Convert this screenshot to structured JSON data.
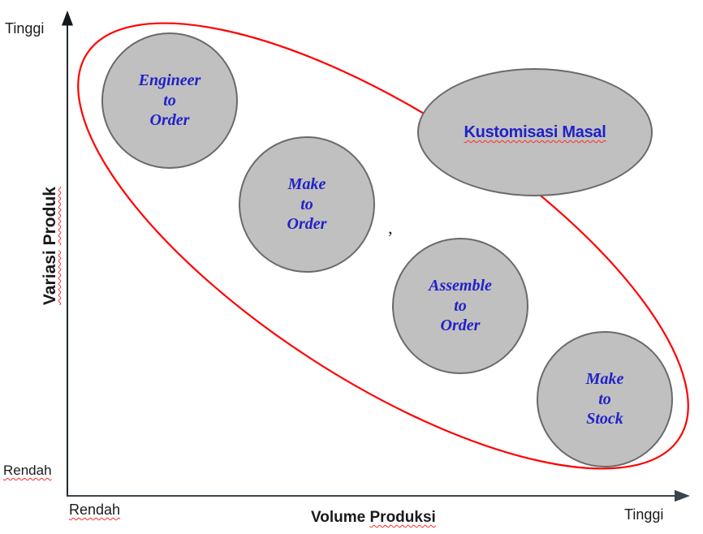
{
  "diagram": {
    "y_axis": {
      "title_word1": "Variasi",
      "title_word2": "Produk",
      "top_label": "Tinggi",
      "bottom_label": "Rendah"
    },
    "x_axis": {
      "title_word1": "Volume",
      "title_word2": "Produksi",
      "left_label": "Rendah",
      "right_label": "Tinggi"
    },
    "bubbles": [
      {
        "label": "Engineer\nto\nOrder"
      },
      {
        "label": "Make\nto\nOrder"
      },
      {
        "label": "Assemble\nto\nOrder"
      },
      {
        "label": "Make\nto\nStock"
      },
      {
        "label": "Kustomisasi Masal"
      }
    ],
    "stray_mark": "’",
    "colors": {
      "bubble_fill": "#c0c0c0",
      "bubble_border": "#6a6a6a",
      "bubble_text": "#2121c8",
      "trend_ellipse": "#ff0000",
      "axis": "#333e47",
      "spellcheck_underline": "#ff2a2a"
    }
  }
}
